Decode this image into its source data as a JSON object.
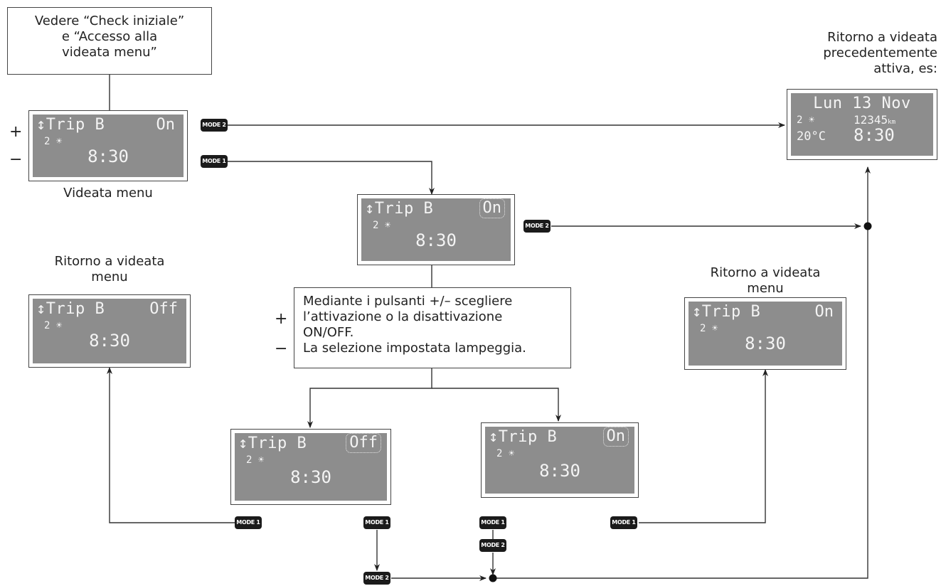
{
  "start_box": {
    "line1": "Vedere “Check iniziale”",
    "line2": "e “Accesso alla",
    "line3": "videata menu”"
  },
  "menu_screen": {
    "title": "↕Trip B",
    "status": "On",
    "row2": "2 ☀",
    "time": "8:30",
    "caption": "Videata menu"
  },
  "return_prev_label": {
    "line1": "Ritorno a videata",
    "line2": "precedentemente",
    "line3": "attiva, es:"
  },
  "prev_screen": {
    "line1": "Lun 13 Nov",
    "row2": "2 ☀",
    "odometer": "12345",
    "odometer_unit": "km",
    "temp": "20°C",
    "time": "8:30"
  },
  "blink_on_screen": {
    "title": "↕Trip B",
    "status": "On",
    "row2": "2 ☀",
    "time": "8:30"
  },
  "instruction_box": {
    "line1": "Mediante i pulsanti +/– scegliere",
    "line2": "l’attivazione o la disattivazione",
    "line3": "ON/OFF.",
    "line4": "La selezione impostata lampeggia."
  },
  "return_menu_left_label": {
    "line1": "Ritorno a videata",
    "line2": "menu"
  },
  "off_screen": {
    "title": "↕Trip B",
    "status": "Off",
    "row2": "2 ☀",
    "time": "8:30"
  },
  "return_menu_right_label": {
    "line1": "Ritorno a videata",
    "line2": "menu"
  },
  "on_screen": {
    "title": "↕Trip B",
    "status": "On",
    "row2": "2 ☀",
    "time": "8:30"
  },
  "off_blink_screen": {
    "title": "↕Trip B",
    "status": "Off",
    "row2": "2 ☀",
    "time": "8:30"
  },
  "on_blink_screen": {
    "title": "↕Trip B",
    "status": "On",
    "row2": "2 ☀",
    "time": "8:30"
  },
  "signs": {
    "plus": "+",
    "minus": "−"
  },
  "mode1": "MODE 1",
  "mode2": "MODE 2"
}
